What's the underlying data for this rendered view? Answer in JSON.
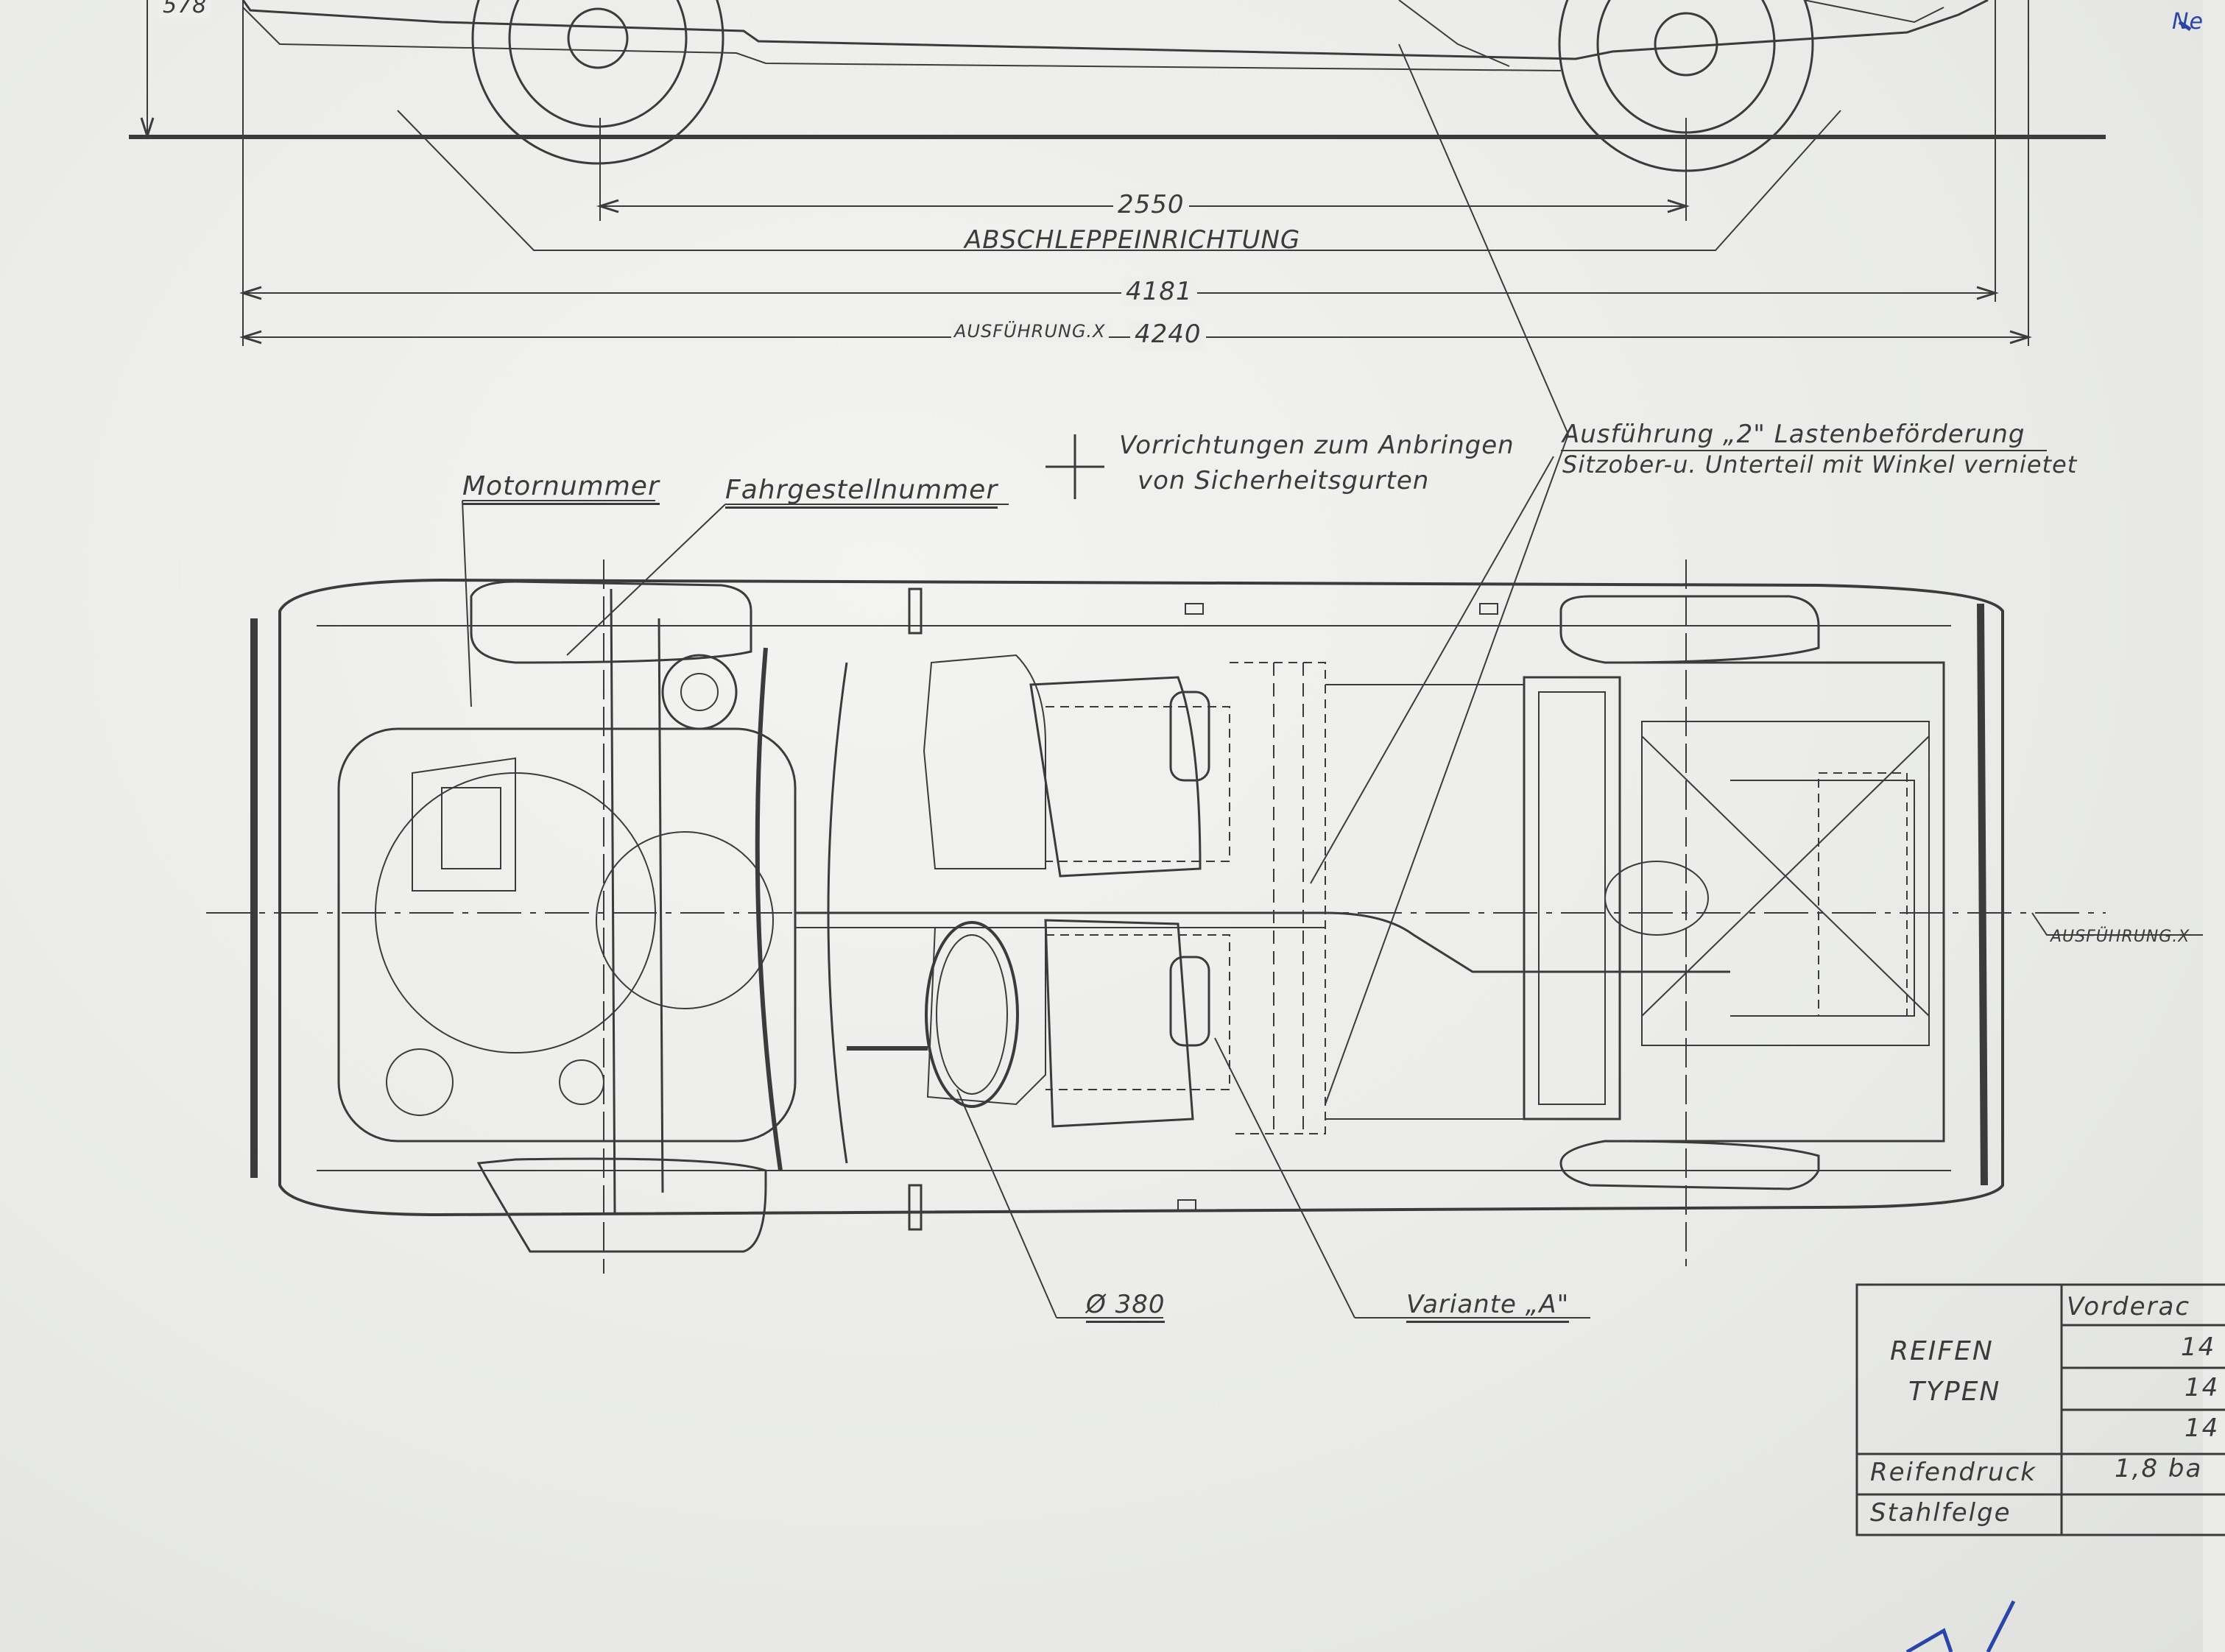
{
  "dimensions": {
    "track_top_value": "578",
    "wheelbase": "2550",
    "towing": "ABSCHLEPPEINRICHTUNG",
    "length": "4181",
    "variant_x_label": "AUSFÜHRUNG.X",
    "variant_x_length": "4240"
  },
  "labels": {
    "motor": "Motornummer",
    "chassis": "Fahrgestellnummer",
    "belts_line1": "Vorrichtungen zum Anbringen",
    "belts_line2": "von Sicherheitsgurten",
    "cargo_line1": "Ausführung „2\" Lastenbeförderung",
    "cargo_line2": "Sitzober-u. Unterteil mit Winkel vernietet",
    "wheel": "Ø 380",
    "variant_a": "Variante „A\"",
    "rear_variant": "AUSFÜHRUNG.X",
    "corner_note": "Ne"
  },
  "tire_table": {
    "header_title_line1": "REIFEN",
    "header_title_line2": "TYPEN",
    "col_header": "Vorderac",
    "rows": [
      "14",
      "14",
      "14"
    ],
    "pressure_label": "Reifendruck",
    "pressure_value": "1,8 ba",
    "rim_label": "Stahlfelge"
  },
  "colors": {
    "ink": "#3b3b3b",
    "paper": "#ebece9",
    "blue_pen": "#2a45a8"
  }
}
